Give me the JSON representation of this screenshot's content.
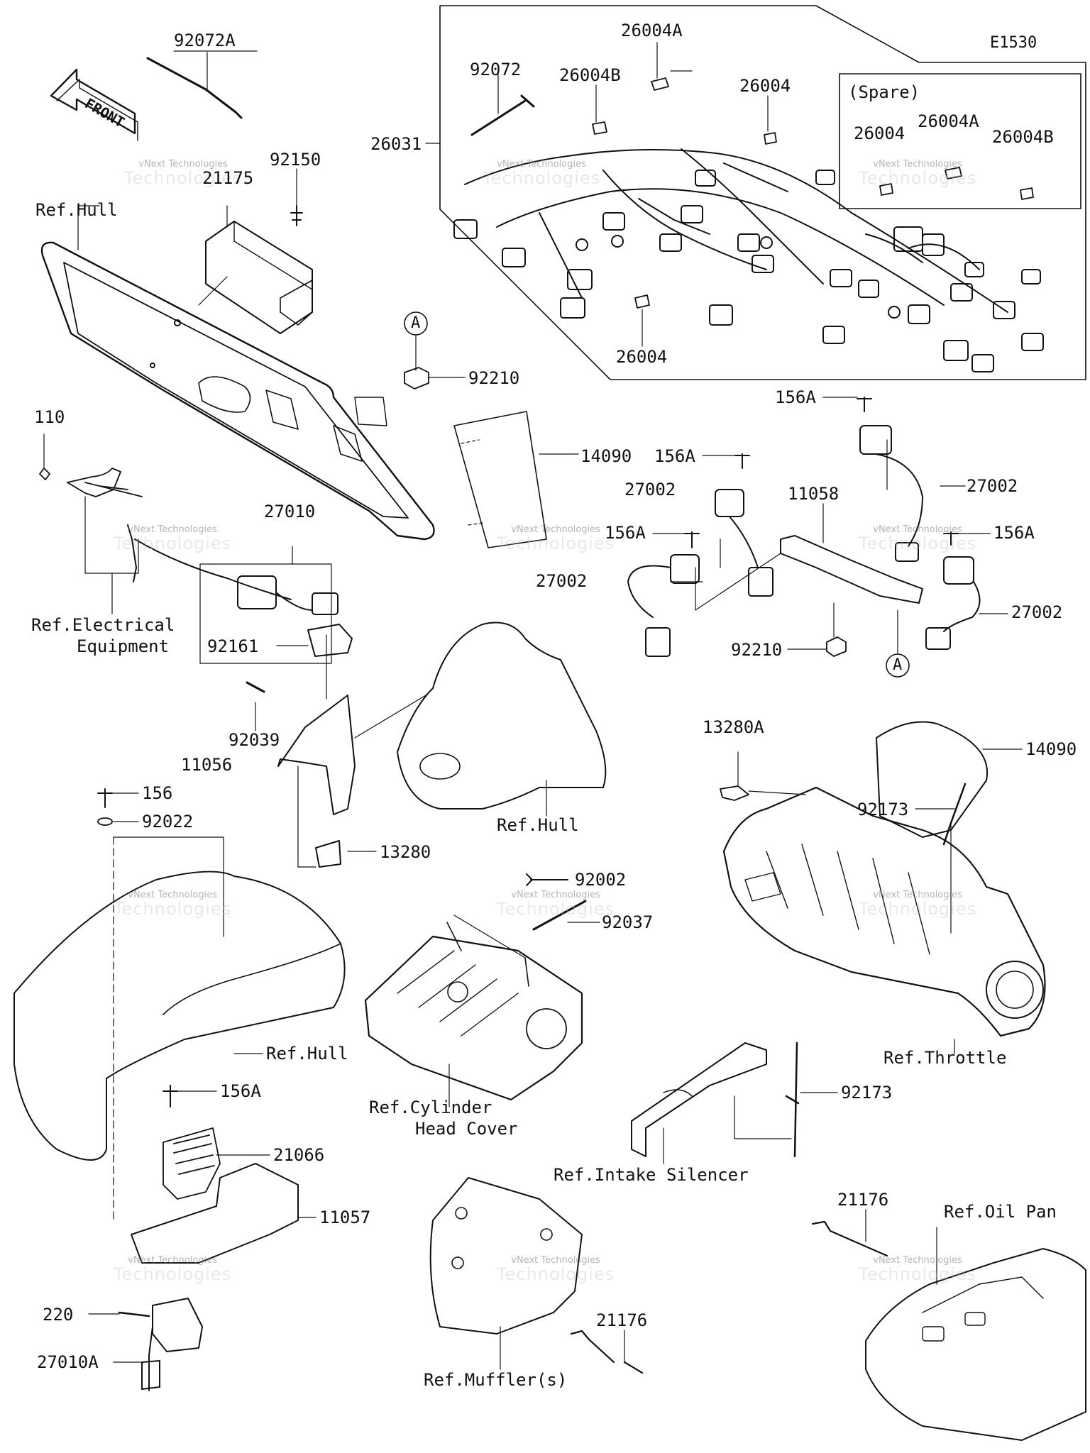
{
  "diagram_code": "E1530",
  "front_label": "FRONT",
  "watermark": {
    "line1": "vNext Technologies",
    "line2": "Technologies"
  },
  "labels": {
    "p92072A": "92072A",
    "p26004A_top": "26004A",
    "e1530": "E1530",
    "p92072": "92072",
    "p26004B_top": "26004B",
    "p26004_top": "26004",
    "spare": "(Spare)",
    "p26004_spare": "26004",
    "p26004A_spare": "26004A",
    "p26004B_spare": "26004B",
    "p26031": "26031",
    "p21175": "21175",
    "p92150": "92150",
    "ref_hull_1": "Ref.Hull",
    "p26004_bottom": "26004",
    "pA_1": "A",
    "p92210_1": "92210",
    "p156A_1": "156A",
    "p110": "110",
    "p14090_1": "14090",
    "p156A_2": "156A",
    "p27002_1": "27002",
    "p27002_2": "27002",
    "p11058": "11058",
    "p27010": "27010",
    "p156A_3": "156A",
    "p156A_4": "156A",
    "p27002_3": "27002",
    "p27002_4": "27002",
    "ref_electrical": "Ref.Electrical",
    "ref_electrical_2": "Equipment",
    "p92161": "92161",
    "p92210_2": "92210",
    "pA_2": "A",
    "p92039": "92039",
    "p14090_2": "14090",
    "p13280A": "13280A",
    "p11056": "11056",
    "p156": "156",
    "ref_hull_2": "Ref.Hull",
    "p92022": "92022",
    "p92173_1": "92173",
    "p13280": "13280",
    "p92002": "92002",
    "p92037": "92037",
    "ref_hull_3": "Ref.Hull",
    "ref_throttle": "Ref.Throttle",
    "p156A_5": "156A",
    "ref_cylinder_1": "Ref.Cylinder",
    "ref_cylinder_2": "Head Cover",
    "p92173_2": "92173",
    "p21066": "21066",
    "ref_intake": "Ref.Intake Silencer",
    "p11057": "11057",
    "p21176_1": "21176",
    "ref_oil_pan": "Ref.Oil Pan",
    "p21176_2": "21176",
    "p220": "220",
    "p27010A": "27010A",
    "ref_muffler": "Ref.Muffler(s)"
  }
}
